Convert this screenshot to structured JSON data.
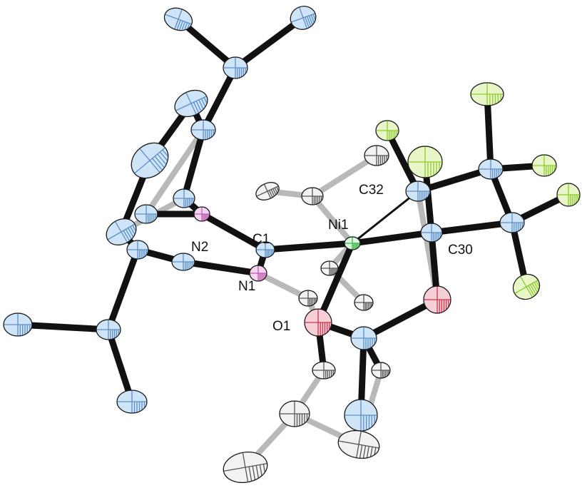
{
  "figure": {
    "labels": {
      "c1": "C1",
      "n1": "N1",
      "n2": "N2",
      "ni1": "Ni1",
      "o1": "O1",
      "c30": "C30",
      "c32": "C32"
    },
    "colors": {
      "carbon_ligand": "#cfe4f7",
      "carbon_ligand_hatch": "#5b8fc9",
      "carbon_thf": "#f2f2f2",
      "carbon_thf_hatch": "#555555",
      "nitrogen": "#f4d4ee",
      "nitrogen_hatch": "#c05ab0",
      "oxygen": "#f7cfd6",
      "oxygen_hatch": "#d2334c",
      "fluorine": "#e9f7c8",
      "fluorine_hatch": "#8ccc2c",
      "nickel": "#d9f5dc",
      "nickel_hatch": "#39b54a",
      "bond_primary": "#111111",
      "bond_secondary": "#b9b9b9"
    }
  }
}
